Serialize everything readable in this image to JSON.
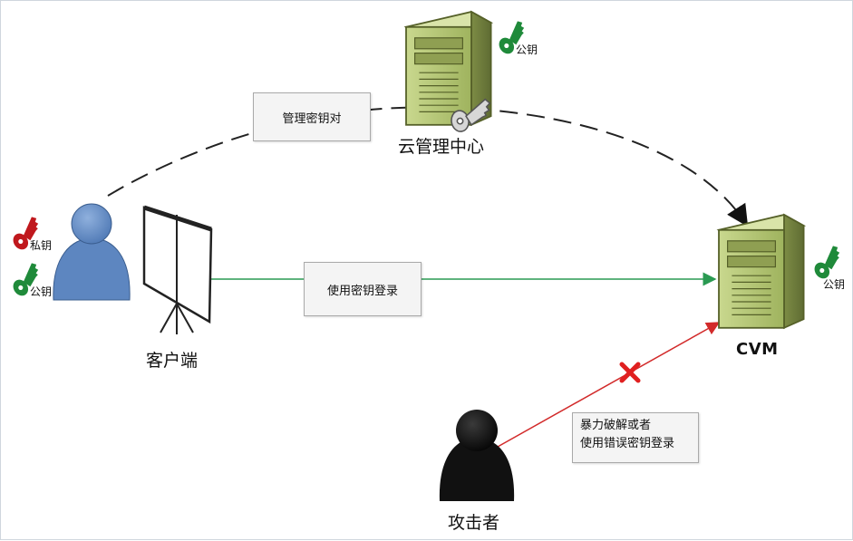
{
  "labels": {
    "cloud_center": "云管理中心",
    "client": "客户端",
    "cvm": "CVM",
    "attacker": "攻击者",
    "key_pair_box": "管理密钥对",
    "login_box": "使用密钥登录",
    "attack_box_line1": "暴力破解或者",
    "attack_box_line2": "使用错误密钥登录",
    "server_public_key": "公钥",
    "client_private_key": "私钥",
    "client_public_key": "公钥",
    "cvm_public_key": "公钥"
  },
  "colors": {
    "server_body": "#b5c77a",
    "green_key": "#1f8a3a",
    "red_key": "#c0181d",
    "user_blue": "#5d86c0",
    "attacker": "#111111",
    "login_arrow": "#2a9a52",
    "attack_arrow": "#d22a2a",
    "blocked_mark": "#e02020"
  },
  "icons": {
    "cloud_server": "server-icon",
    "cvm_server": "server-icon",
    "user": "user-icon",
    "attacker": "user-icon",
    "terminal": "projector-screen-icon",
    "key": "key-icon",
    "blocked": "x-mark-icon"
  }
}
